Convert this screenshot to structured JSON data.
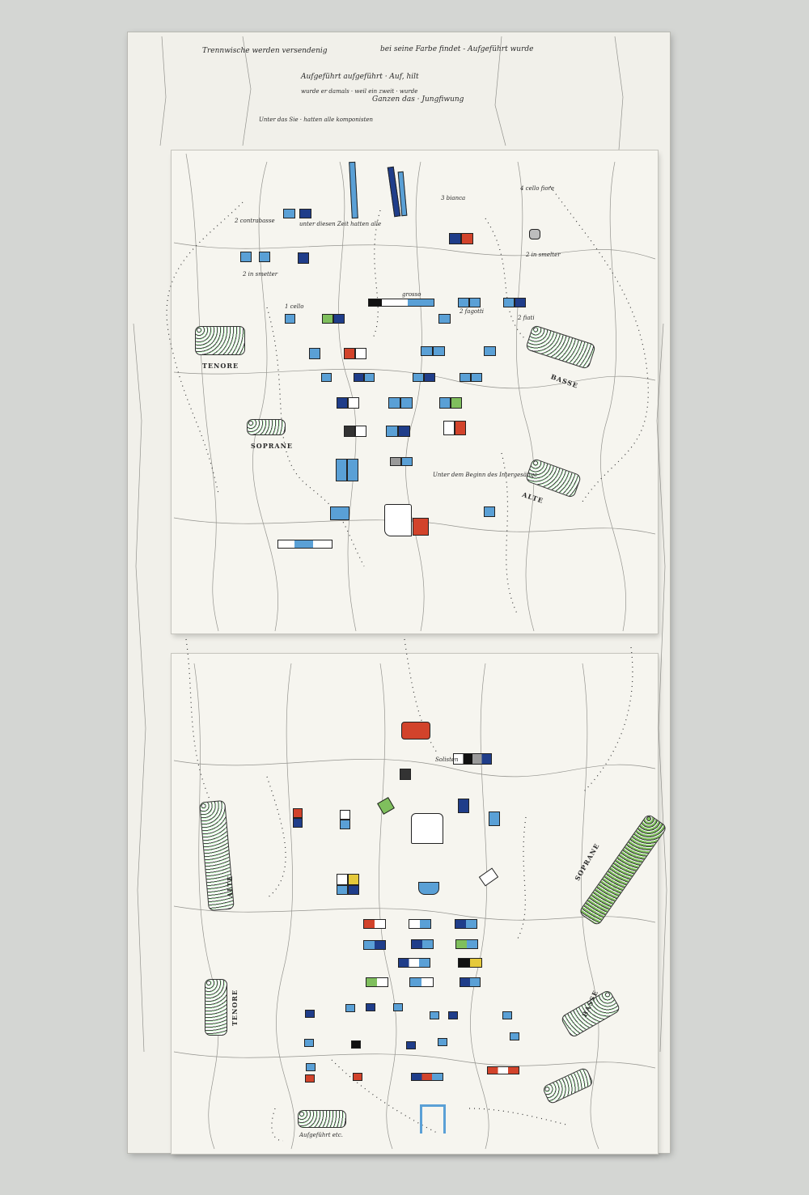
{
  "top_notes": {
    "line1_left": "Trennwische werden versendenig",
    "line1_right": "bei seine Farbe findet - Aufgeführt wurde",
    "line2": "Aufgeführt aufgeführt · Auf, hilt",
    "line3": "wurde er damals · weil ein zweit · wurde",
    "line4": "Ganzen das · Jungfiwung",
    "line5": "Unter das Sie · hatten alle komponisten"
  },
  "upper_panel": {
    "labels": {
      "contrabasse": "2 contrabasse",
      "in_smetter": "2 in smetter",
      "unter_dieser": "unter diesen Zeit hatten alle",
      "bianco": "3 bianca",
      "cello": "4 cello fiore",
      "in_smelter2": "2 in smelter",
      "tenore": "TENORE",
      "basse": "BASSE",
      "soprane": "SOPRANE",
      "alte": "ALTE",
      "grosso": "grosso",
      "fagotti": "2 fagotti",
      "cello_flute": "1 cello",
      "fiati": "2 fiati",
      "unter_chor": "Unter dem Beginn des Intergesänge"
    }
  },
  "lower_panel": {
    "labels": {
      "soprane": "SOPRANE",
      "alte": "ALTE",
      "tenore": "TENORE",
      "basse": "BASSE",
      "aufgefuhrt": "Aufgeführt etc.",
      "solisten": "Solisten"
    }
  },
  "colors": {
    "background": "#d4d6d3",
    "slab": "#f1f0ea",
    "blue": "#5aa0d6",
    "navy": "#1f3d8a",
    "red": "#d2432b",
    "green": "#7fbf5d",
    "gray": "#9a9a9a"
  }
}
